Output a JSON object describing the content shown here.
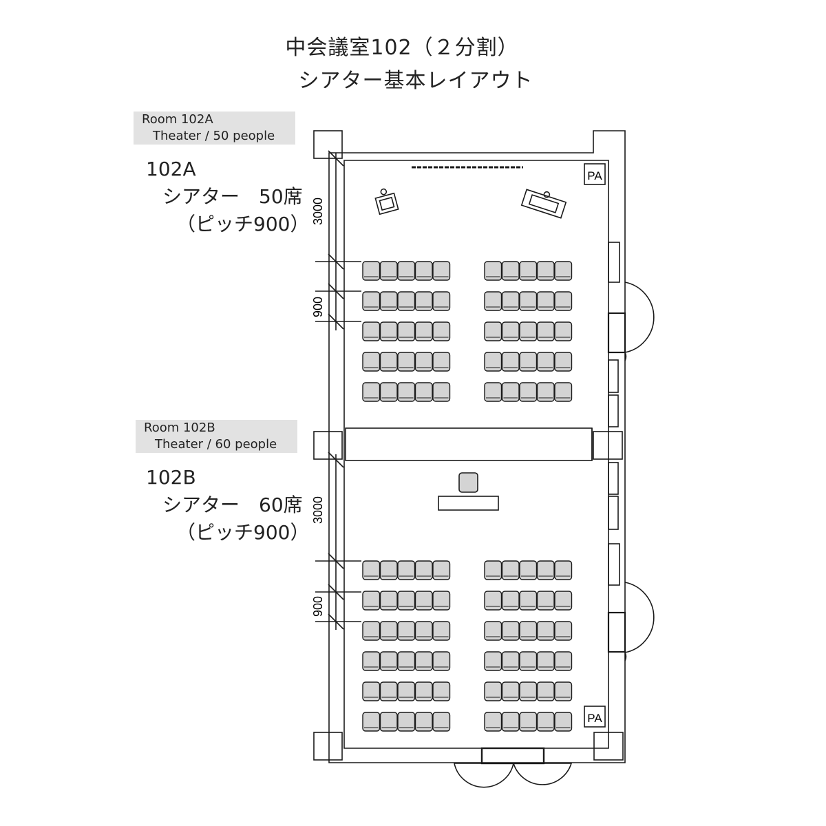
{
  "header": {
    "title": "中会議室102（２分割）",
    "subtitle": "シアター基本レイアウト"
  },
  "rooms": [
    {
      "id": "102A",
      "tag_line1": "Room 102A",
      "tag_line2": "Theater / 50 people",
      "code": "102A",
      "layout_line": "シアター　50席",
      "pitch_line": "（ピッチ900）",
      "dim_front": "3000",
      "dim_pitch": "900",
      "seats_per_block_row": 5,
      "blocks": 2,
      "rows": 5
    },
    {
      "id": "102B",
      "tag_line1": "Room 102B",
      "tag_line2": "Theater / 60 people",
      "code": "102B",
      "layout_line": "シアター　60席",
      "pitch_line": "（ピッチ900）",
      "dim_front": "3000",
      "dim_pitch": "900",
      "seats_per_block_row": 5,
      "blocks": 2,
      "rows": 6
    }
  ],
  "equipment": {
    "pa_label": "PA"
  },
  "colors": {
    "seat_fill": "#d4d4d4",
    "line": "#1a1a1a",
    "tag_bg": "#e2e2e2"
  }
}
